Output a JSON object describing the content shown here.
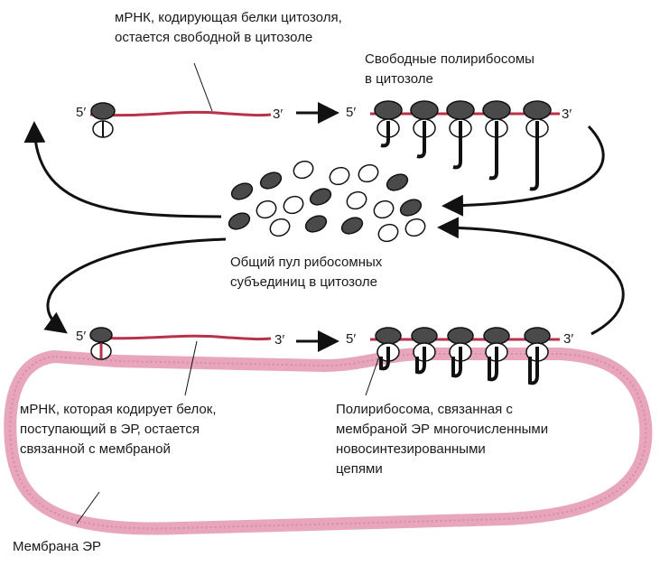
{
  "labels": {
    "free_mrna": [
      "мРНК, кодирующая белки цитозоля,",
      "остается свободной в цитозоле"
    ],
    "free_polysomes": [
      "Свободные полирибосомы",
      "в цитозоле"
    ],
    "pool": [
      "Общий пул рибосомных",
      "субъединиц в цитозоле"
    ],
    "er_mrna": [
      "мРНК, которая кодирует белок,",
      "поступающий в ЭР, остается",
      "связанной с мембраной"
    ],
    "er_polysome": [
      "Полирибосома, связанная с",
      "мембраной ЭР многочисленными",
      "новосинтезированными",
      "цепями"
    ],
    "membrane": "Мембрана ЭР",
    "five_prime": "5′",
    "three_prime": "3′"
  },
  "colors": {
    "mrna": "#b8324a",
    "membrane": "#e8a6bd"
  }
}
